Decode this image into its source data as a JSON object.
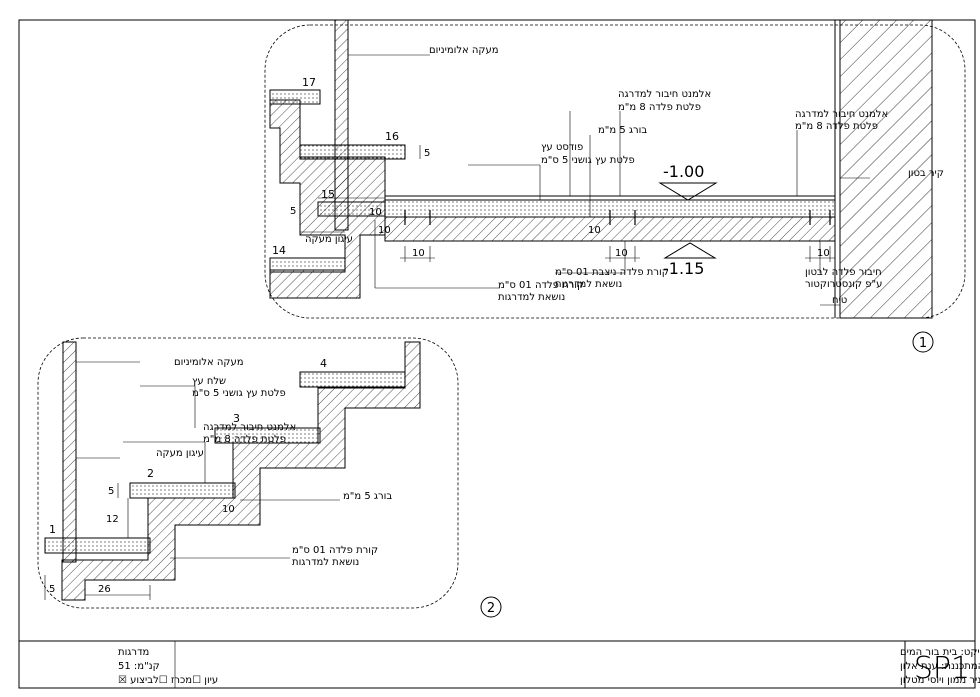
{
  "sheet": {
    "id": "SP1"
  },
  "detail1": {
    "number": "1",
    "rail_label": "מעקה אלומיניום",
    "step_17": "17",
    "step_16": "16",
    "step_15": "15",
    "step_14": "14",
    "dim_5a": "5",
    "dim_5b": "5",
    "dim_10a": "10",
    "dim_10b": "10",
    "dim_10c": "10",
    "dim_10d": "10",
    "dim_10e": "10",
    "dim_10f": "10",
    "rail_anchor": "עיגון מעקה",
    "elev_top": "-1.00",
    "elev_bottom": "-1.15",
    "connector_a_1": "אלמנט חיבור למדרגה",
    "connector_a_2": "פלטת פלדה 8 מ\"מ",
    "connector_b_1": "אלמנט חיבור למדרגה",
    "connector_b_2": "פלטת פלדה 8 מ\"מ",
    "hole": "בורג 5 מ\"מ",
    "podest_1": "פודסט עץ",
    "podest_2": "פלטת עץ גושני 5 ס\"מ",
    "concrete_wall": "קיר בטון",
    "beam_1": "קורת פלדה 10 ס\"מ",
    "beam_2": "נושאת למדרגות",
    "beam_fixed": "קורת פלדה ניצבת 10 ס\"מ",
    "beam_fixed_2": "נושאת למדרגות",
    "bolt_1": "חיבור פלדה לבטון",
    "bolt_2": "ע\"פ קונסטרוקטור",
    "plaster": "טיח"
  },
  "detail2": {
    "number": "2",
    "rail_label": "מעקה אלומיניום",
    "step_1": "1",
    "step_2": "2",
    "step_3": "3",
    "step_4": "4",
    "tread_1": "שלח עץ",
    "tread_2": "פלטת עץ גושני 5 ס\"מ",
    "connector_1": "אלמנט חיבור למדרגה",
    "connector_2": "פלטת פלדה 8 מ\"מ",
    "rail_anchor": "עיגון מעקה",
    "hole": "בורג 5 מ\"מ",
    "beam_1": "קורת פלדה 10 ס\"מ",
    "beam_2": "נושאת למדרגות",
    "dim_5a": "5",
    "dim_12": "12",
    "dim_10": "10",
    "dim_5b": "5",
    "dim_26": "26"
  },
  "title_block": {
    "project": "שם הפרוייקט: בית בור המים",
    "designer": "שם המתכננת: ענת אלון",
    "lecturers": "מרצים: ניר ממון ויוסי מטלון",
    "subject": "מדרגות",
    "scale": "קנ\"מ: 15",
    "options": "עיון ☐מכרז ☐לביצוע ☒"
  }
}
